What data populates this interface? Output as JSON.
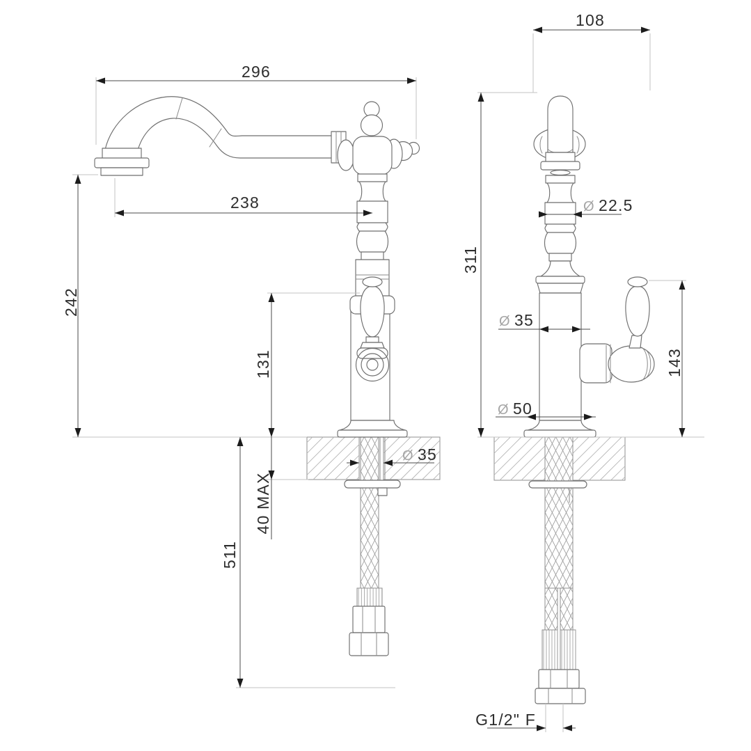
{
  "labels": {
    "dia": "Ø",
    "reach": "296",
    "spout_proj": "238",
    "spout_height": "242",
    "front_handle_height": "131",
    "depth": "108",
    "total_height": "311",
    "column_dia": "22.5",
    "body_dia": "35",
    "side_handle_height": "143",
    "base_dia": "50",
    "hole_dia": "35",
    "bench_thickness": "40 MAX",
    "hose_length": "511",
    "outlet_thread": "G1/2\" F"
  }
}
